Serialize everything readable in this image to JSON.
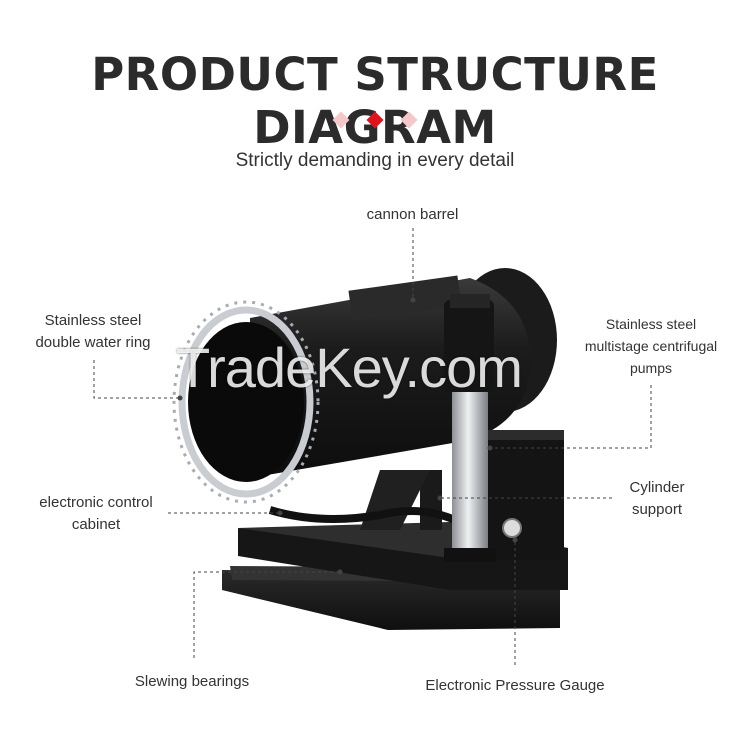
{
  "header": {
    "title": "PRODUCT STRUCTURE DIAGRAM",
    "subtitle": "Strictly demanding in every detail",
    "accent_colors": [
      "#f4c7c9",
      "#e0141e",
      "#f4c7c9"
    ]
  },
  "labels": {
    "cannon_barrel": "cannon barrel",
    "water_ring_line1": "Stainless steel",
    "water_ring_line2": "double water ring",
    "pumps_line1": "Stainless steel",
    "pumps_line2": "multistage centrifugal",
    "pumps_line3": "pumps",
    "control_line1": "electronic control",
    "control_line2": "cabinet",
    "cylinder_line1": "Cylinder",
    "cylinder_line2": "support",
    "slewing": "Slewing bearings",
    "gauge": "Electronic Pressure Gauge"
  },
  "watermark": "TradeKey.com",
  "colors": {
    "machine_body": "#1a1a1a",
    "steel": "#c9ccd0",
    "leader_line": "#444444"
  }
}
